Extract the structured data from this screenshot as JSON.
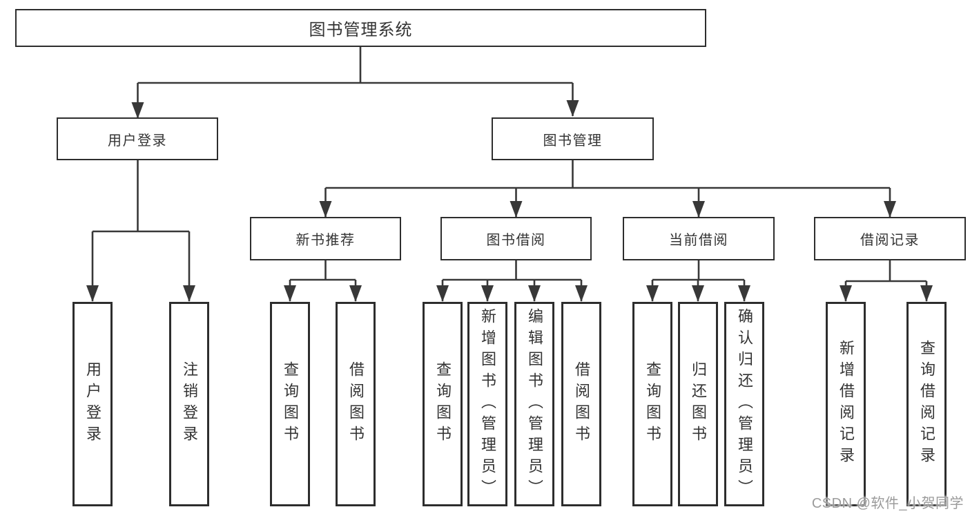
{
  "diagram_type": "tree-structure-chart",
  "colors": {
    "background": "#ffffff",
    "line": "#383838",
    "box_border": "#2d2d2d",
    "text": "#333333",
    "watermark": "#9b9b9b"
  },
  "tree": {
    "label": "图书管理系统",
    "children": [
      {
        "label": "用户登录",
        "children": [
          {
            "label": "用户登录"
          },
          {
            "label": "注销登录"
          }
        ]
      },
      {
        "label": "图书管理",
        "children": [
          {
            "label": "新书推荐",
            "children": [
              {
                "label": "查询图书"
              },
              {
                "label": "借阅图书"
              }
            ]
          },
          {
            "label": "图书借阅",
            "children": [
              {
                "label": "查询图书"
              },
              {
                "label": "新增图书（管理员）"
              },
              {
                "label": "编辑图书（管理员）"
              },
              {
                "label": "借阅图书"
              }
            ]
          },
          {
            "label": "当前借阅",
            "children": [
              {
                "label": "查询图书"
              },
              {
                "label": "归还图书"
              },
              {
                "label": "确认归还（管理员）"
              }
            ]
          },
          {
            "label": "借阅记录",
            "children": [
              {
                "label": "新增借阅记录"
              },
              {
                "label": "查询借阅记录"
              }
            ]
          }
        ]
      }
    ]
  },
  "watermark": {
    "text": "CSDN @软件_小贺同学"
  }
}
